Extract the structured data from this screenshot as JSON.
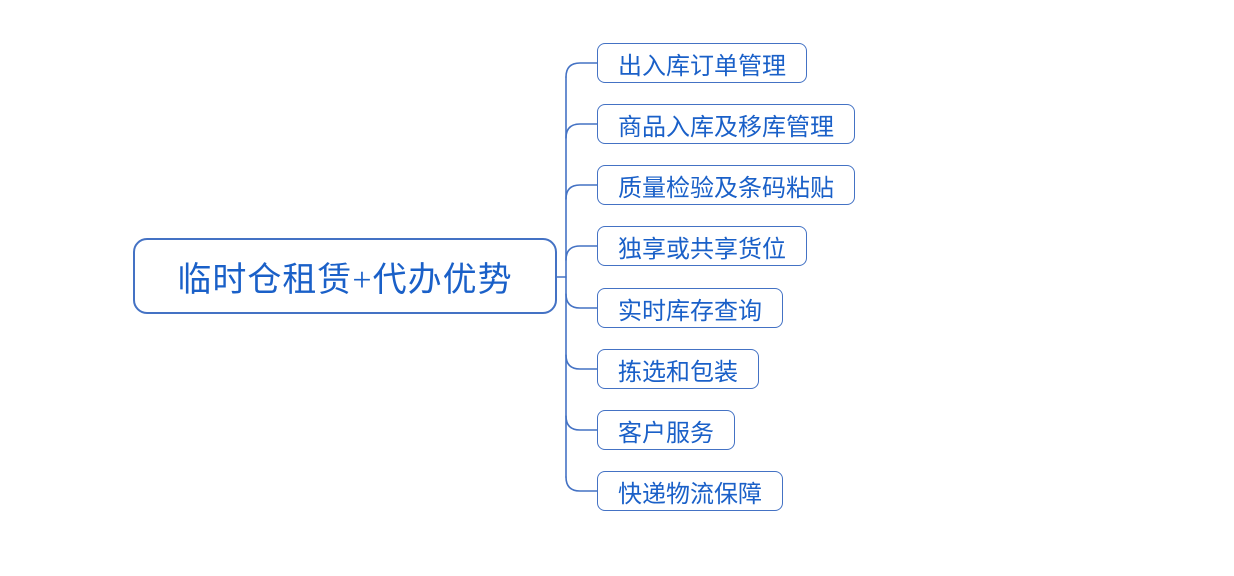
{
  "diagram": {
    "type": "mindmap",
    "root": {
      "label": "临时仓租赁+代办优势"
    },
    "children": [
      {
        "label": "出入库订单管理"
      },
      {
        "label": "商品入库及移库管理"
      },
      {
        "label": "质量检验及条码粘贴"
      },
      {
        "label": "独享或共享货位"
      },
      {
        "label": "实时库存查询"
      },
      {
        "label": "拣选和包装"
      },
      {
        "label": "客户服务"
      },
      {
        "label": "快递物流保障"
      }
    ],
    "colors": {
      "node_border": "#4472C4",
      "connector_line": "#4472C4",
      "text": "#1A60C8",
      "background": "#FFFFFF"
    }
  }
}
